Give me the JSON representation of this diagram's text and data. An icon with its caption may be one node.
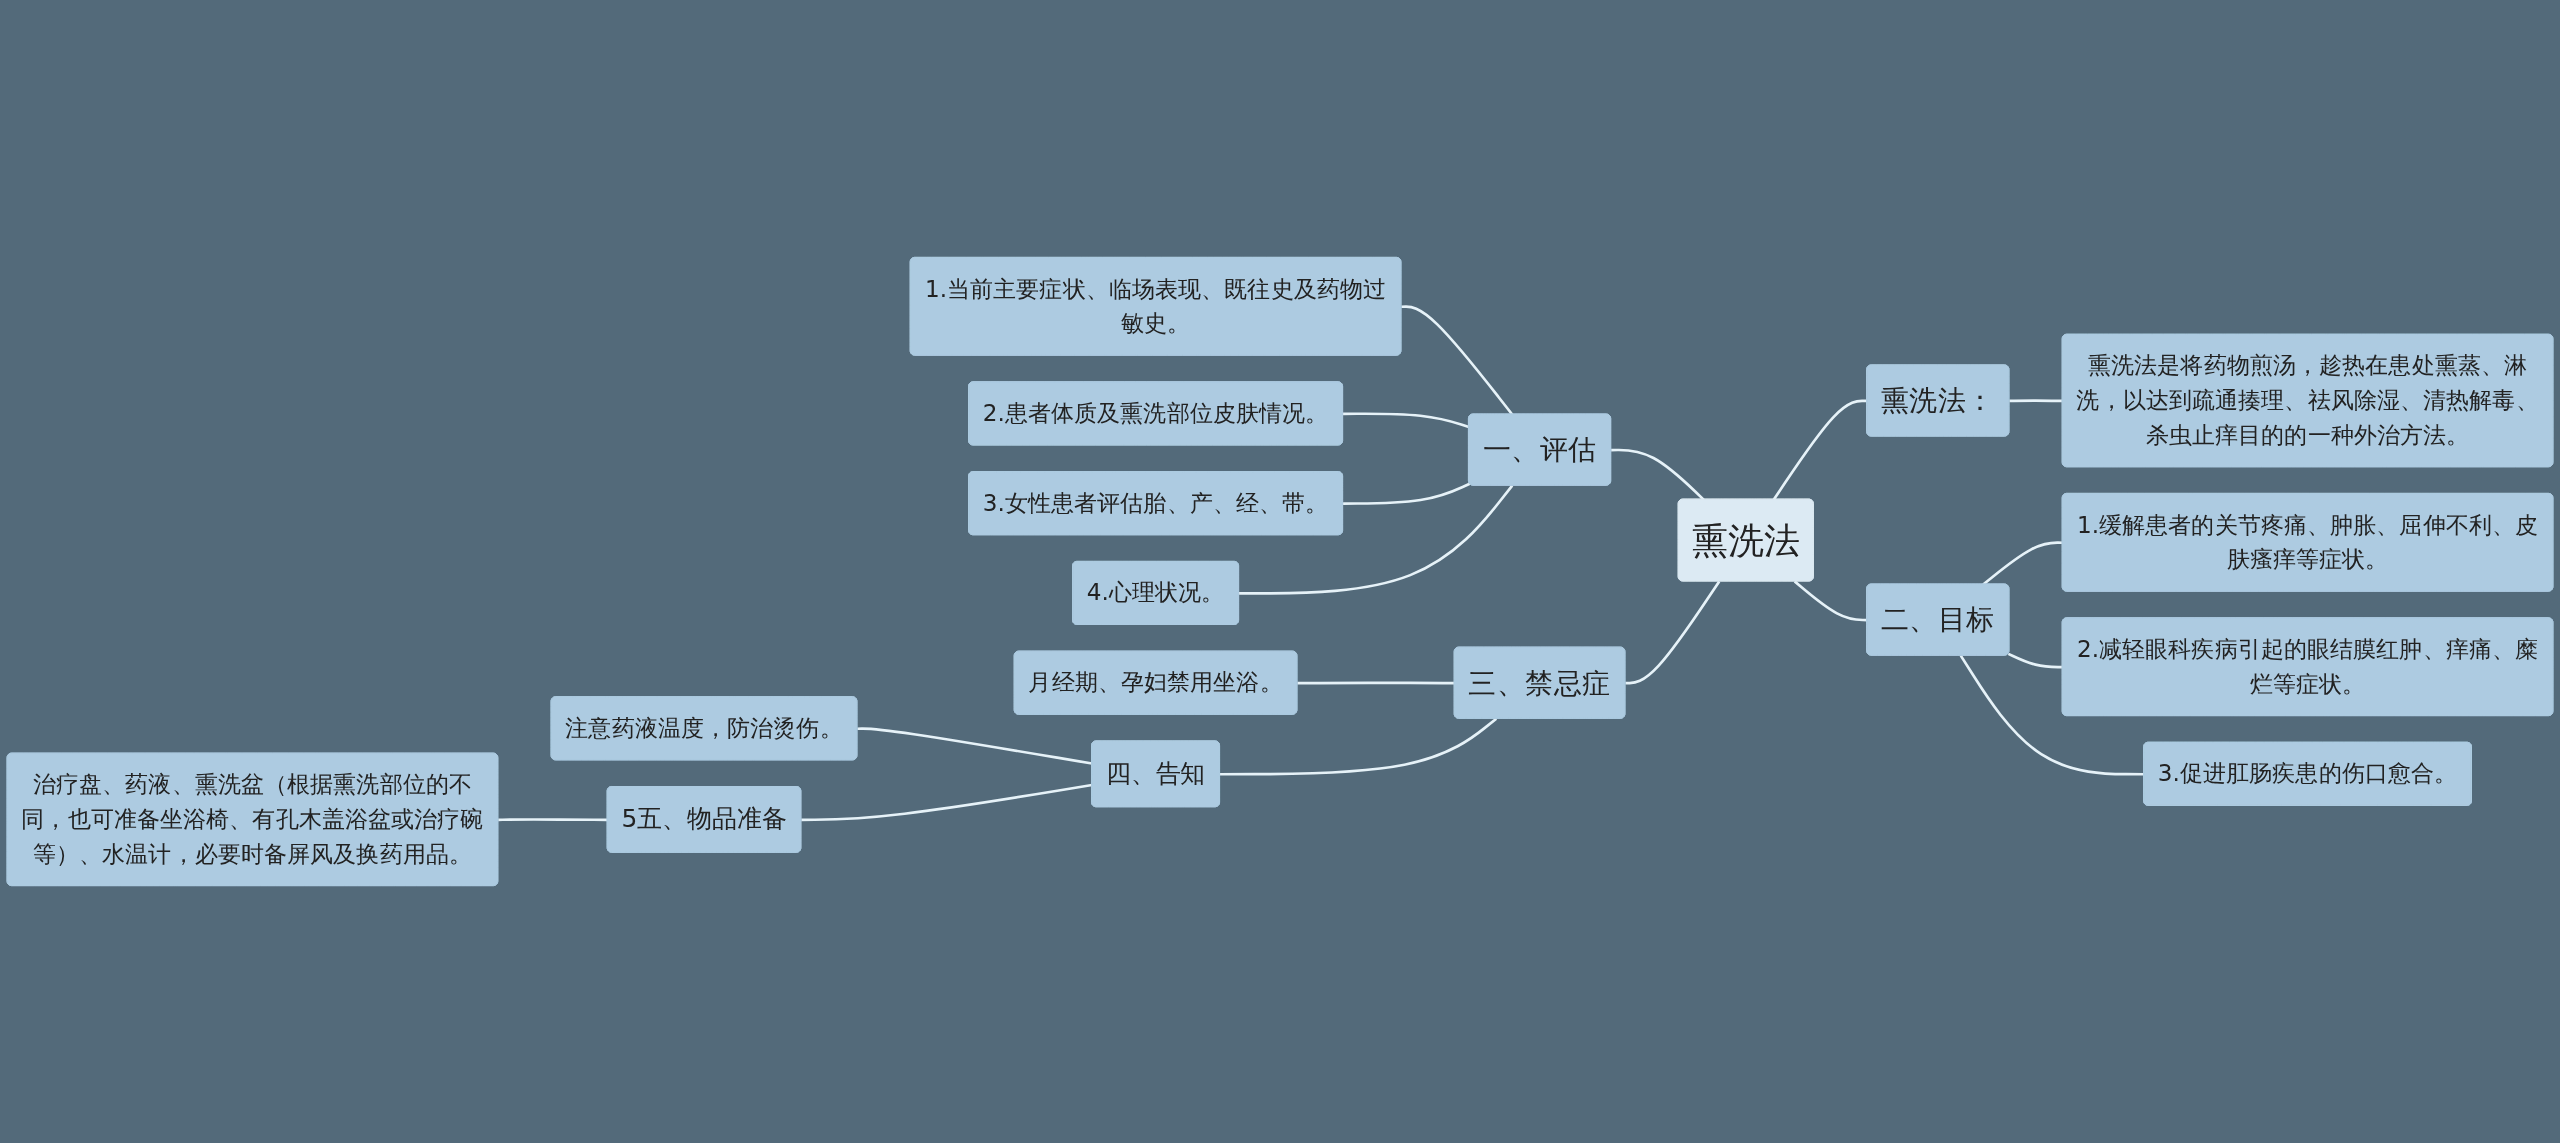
{
  "diagram": {
    "nodes": [
      {
        "text": [
          "熏洗法"
        ]
      },
      {
        "text": [
          "一、评估"
        ]
      },
      {
        "text": [
          "1.当前主要症状、临场表现、既往史及药物过敏史。"
        ]
      },
      {
        "text": [
          "2.患者体质及熏洗部位皮肤情况。"
        ]
      },
      {
        "text": [
          "3.女性患者评估胎、产、经、带。"
        ]
      },
      {
        "text": [
          "4.心理状况。"
        ]
      },
      {
        "text": [
          "三、禁忌症"
        ]
      },
      {
        "text": [
          "月经期、孕妇禁用坐浴。"
        ]
      },
      {
        "text": [
          "四、告知"
        ]
      },
      {
        "text": [
          "注意药液温度，防治烫伤。"
        ]
      },
      {
        "text": [
          "5五、物品准备"
        ]
      },
      {
        "text": [
          "治疗盘、药液、熏洗盆（根据熏洗部位的不同，也可准备坐浴椅、有孔木盖浴盆或治疗碗等）、水温计，必要时备屏风及换药用品。"
        ]
      },
      {
        "text": [
          "熏洗法："
        ]
      },
      {
        "text": [
          "熏洗法是将药物煎汤，趁热在患处熏蒸、淋洗，以达到疏通揍理、祛风除湿、清热解毒、杀虫止痒目的的一种外治方法。"
        ]
      },
      {
        "text": [
          "二、目标"
        ]
      },
      {
        "text": [
          "1.缓解患者的关节疼痛、肿胀、屈伸不利、皮肤瘙痒等症状。"
        ]
      },
      {
        "text": [
          "2.减轻眼科疾病引起的眼结膜红肿、痒痛、糜烂等症状。"
        ]
      },
      {
        "text": [
          "3.促进肛肠疾患的伤口愈合。"
        ]
      }
    ],
    "edges": [
      {
        "from": 2,
        "to": 1,
        "arrow": "none"
      },
      {
        "from": 3,
        "to": 1,
        "arrow": "none"
      },
      {
        "from": 4,
        "to": 1,
        "arrow": "none"
      },
      {
        "from": 5,
        "to": 1,
        "arrow": "none"
      },
      {
        "from": 1,
        "to": 0,
        "arrow": "none"
      },
      {
        "from": 7,
        "to": 6,
        "arrow": "none"
      },
      {
        "from": 9,
        "to": 8,
        "arrow": "none"
      },
      {
        "from": 11,
        "to": 10,
        "arrow": "none"
      },
      {
        "from": 10,
        "to": 8,
        "arrow": "none"
      },
      {
        "from": 8,
        "to": 6,
        "arrow": "none"
      },
      {
        "from": 6,
        "to": 0,
        "arrow": "none"
      },
      {
        "from": 0,
        "to": 12,
        "arrow": "none"
      },
      {
        "from": 12,
        "to": 13,
        "arrow": "none"
      },
      {
        "from": 0,
        "to": 14,
        "arrow": "none"
      },
      {
        "from": 14,
        "to": 15,
        "arrow": "none"
      },
      {
        "from": 14,
        "to": 16,
        "arrow": "none"
      },
      {
        "from": 14,
        "to": 17,
        "arrow": "none"
      }
    ]
  }
}
